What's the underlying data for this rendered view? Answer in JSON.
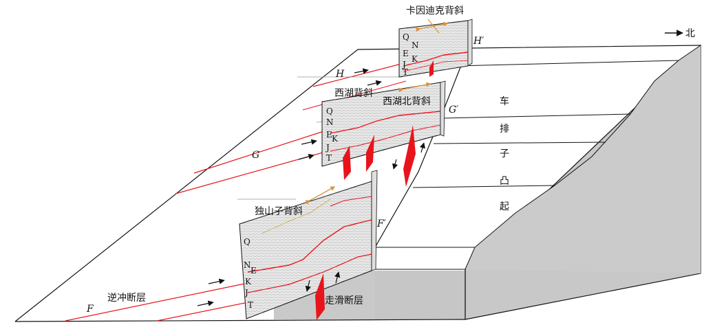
{
  "title_north": "北",
  "structures": {
    "kayindike": "卡因迪克背斜",
    "xihu": "西湖背斜",
    "xihubei": "西湖北背斜",
    "dushanzi": "独山子背斜"
  },
  "uplift_chars": [
    "车",
    "排",
    "子",
    "凸",
    "起"
  ],
  "fault_labels": {
    "thrust": "逆冲断层",
    "strike_slip": "走滑断层",
    "F": "F",
    "F_prime": "F′",
    "G": "G",
    "G_prime": "G′",
    "H": "H",
    "H_prime": "H′"
  },
  "strata_top": [
    "Q",
    "N",
    "E",
    "K",
    "J",
    "T"
  ],
  "strata_mid": [
    "Q",
    "N",
    "E",
    "K",
    "J",
    "T"
  ],
  "strata_bottom": [
    "Q",
    "N",
    "E",
    "K",
    "J",
    "T"
  ],
  "colors": {
    "fault_red": "#e8141c",
    "uplift_gray": "#c8c8c8",
    "anticline_arrow": "#e0a050"
  }
}
